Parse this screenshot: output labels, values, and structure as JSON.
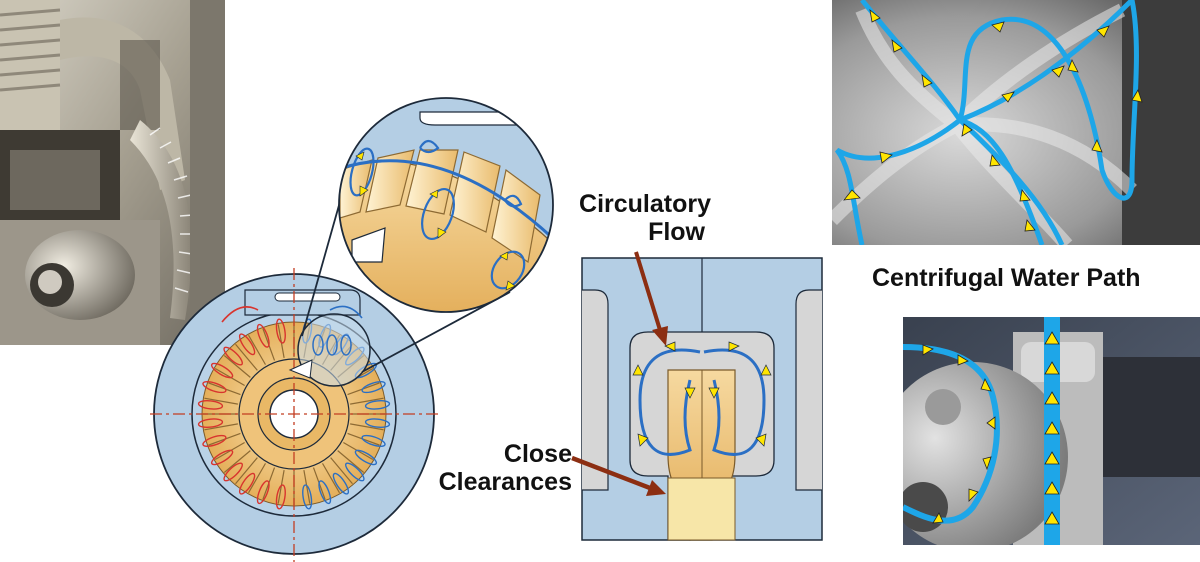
{
  "labels": {
    "circulatory_flow_line1": "Circulatory",
    "circulatory_flow_line2": "Flow",
    "close_clearances_line1": "Close",
    "close_clearances_line2": "Clearances",
    "centrifugal_water_path": "Centrifugal Water Path"
  },
  "colors": {
    "housing_blue": "#b4cee4",
    "impeller_tan": "#e8b964",
    "flow_blue": "#2b6fc4",
    "flow_red": "#d8342e",
    "water_path_blue": "#1ea6e8",
    "arrow_yellow": "#ffe500",
    "pointer_brown": "#8c2e12"
  },
  "icons": [
    "circulation-arrow-icon",
    "pointer-arrow-icon"
  ]
}
